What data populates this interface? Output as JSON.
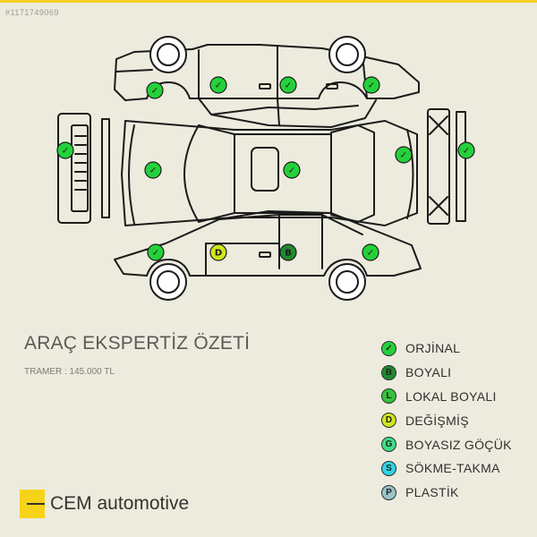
{
  "image_ref": "#1171749069",
  "report": {
    "title": "ARAÇ EKSPERTİZ ÖZETİ",
    "tramer": "TRAMER : 145.000 TL"
  },
  "legend": [
    {
      "code": "✓",
      "label": "ORJİNAL",
      "color": "#25d13a"
    },
    {
      "code": "B",
      "label": "BOYALI",
      "color": "#1f8a2f"
    },
    {
      "code": "L",
      "label": "LOKAL BOYALI",
      "color": "#35c43a"
    },
    {
      "code": "D",
      "label": "DEĞİŞMİŞ",
      "color": "#cfe61b"
    },
    {
      "code": "G",
      "label": "BOYASIZ GÖÇÜK",
      "color": "#3edd86"
    },
    {
      "code": "S",
      "label": "SÖKME-TAKMA",
      "color": "#2fd6e8"
    },
    {
      "code": "P",
      "label": "PLASTİK",
      "color": "#9cc3c8"
    }
  ],
  "markers": [
    {
      "part": "front-left-fender",
      "code": "✓",
      "color": "#25d13a"
    },
    {
      "part": "front-left-door",
      "code": "✓",
      "color": "#25d13a"
    },
    {
      "part": "rear-left-door",
      "code": "✓",
      "color": "#25d13a"
    },
    {
      "part": "rear-left-fender",
      "code": "✓",
      "color": "#25d13a"
    },
    {
      "part": "front-bumper",
      "code": "✓",
      "color": "#25d13a"
    },
    {
      "part": "hood",
      "code": "✓",
      "color": "#25d13a"
    },
    {
      "part": "roof",
      "code": "✓",
      "color": "#25d13a"
    },
    {
      "part": "trunk",
      "code": "✓",
      "color": "#25d13a"
    },
    {
      "part": "rear-bumper",
      "code": "✓",
      "color": "#25d13a"
    },
    {
      "part": "front-right-fender",
      "code": "✓",
      "color": "#25d13a"
    },
    {
      "part": "front-right-door",
      "code": "D",
      "color": "#cfe61b"
    },
    {
      "part": "rear-right-door",
      "code": "B",
      "color": "#1f8a2f"
    },
    {
      "part": "rear-right-fender",
      "code": "✓",
      "color": "#25d13a"
    }
  ],
  "brand": {
    "name": "CEM automotive"
  }
}
